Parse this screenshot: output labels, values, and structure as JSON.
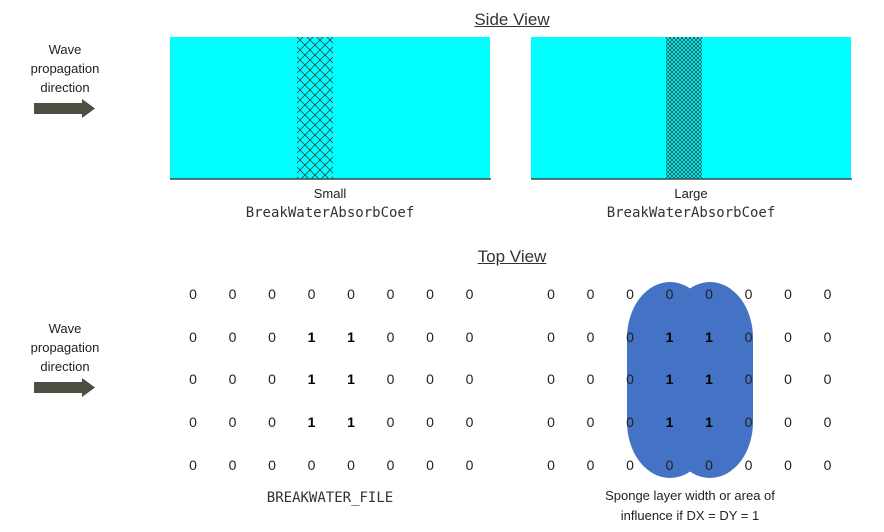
{
  "side_view": {
    "title": "Side View",
    "left_caption": "Small",
    "right_caption": "Large",
    "param_name": "BreakWaterAbsorbCoef"
  },
  "top_view": {
    "title": "Top View",
    "file_label": "BREAKWATER_FILE",
    "sponge_note_line1": "Sponge layer width or area of",
    "sponge_note_line2": "influence if DX = DY = 1",
    "grid": [
      [
        "0",
        "0",
        "0",
        "0",
        "0",
        "0",
        "0",
        "0"
      ],
      [
        "0",
        "0",
        "0",
        "1",
        "1",
        "0",
        "0",
        "0"
      ],
      [
        "0",
        "0",
        "0",
        "1",
        "1",
        "0",
        "0",
        "0"
      ],
      [
        "0",
        "0",
        "0",
        "1",
        "1",
        "0",
        "0",
        "0"
      ],
      [
        "0",
        "0",
        "0",
        "0",
        "0",
        "0",
        "0",
        "0"
      ]
    ]
  },
  "wave_label": {
    "line1": "Wave",
    "line2": "propagation",
    "line3": "direction"
  },
  "colors": {
    "water": "#00ffff",
    "sponge": "#4472c4",
    "arrow": "#4d4d42"
  }
}
